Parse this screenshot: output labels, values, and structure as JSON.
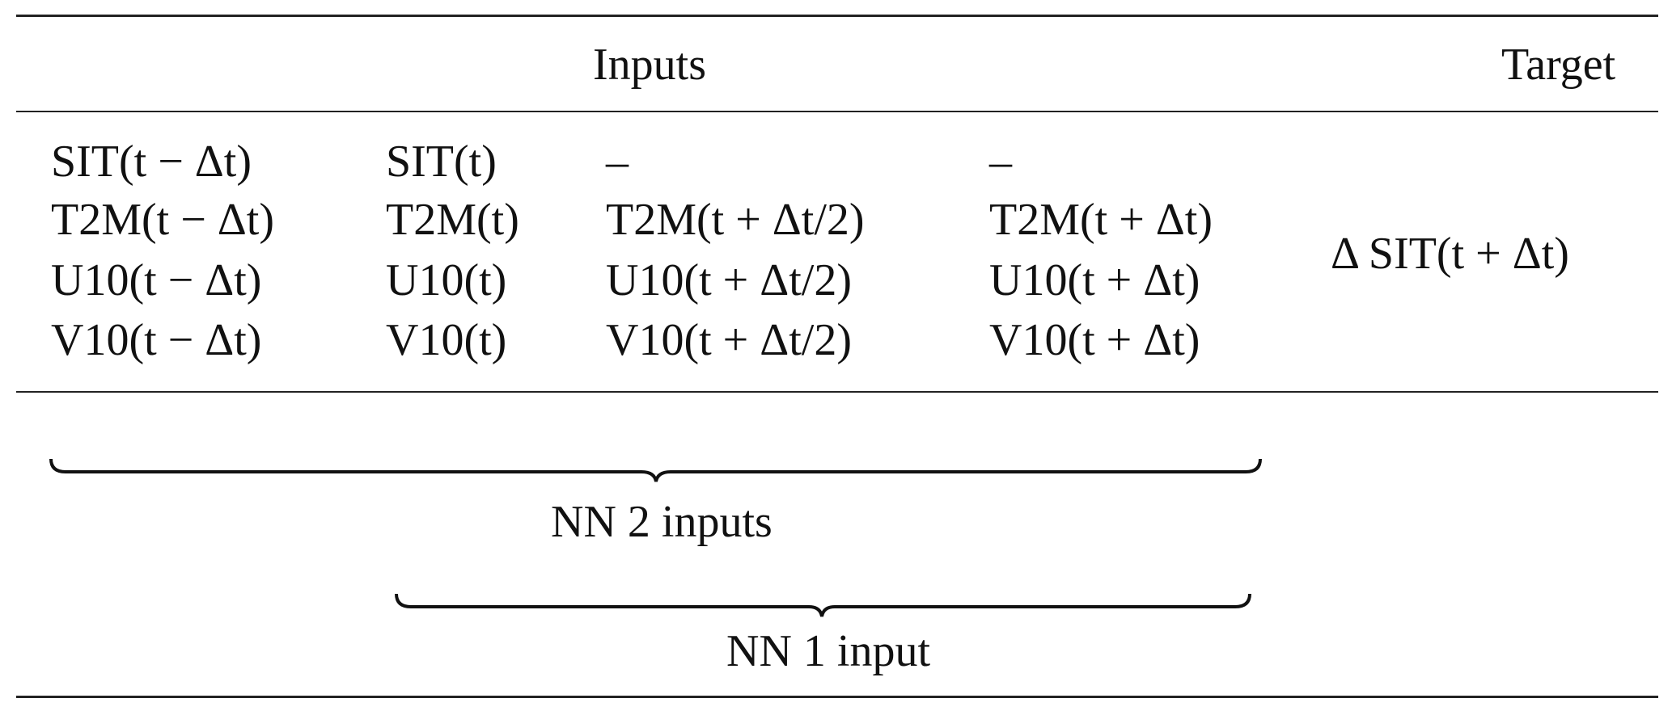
{
  "header": {
    "inputs": "Inputs",
    "target": "Target"
  },
  "columns": [
    [
      "SIT(t − Δt)",
      "T2M(t − Δt)",
      "U10(t − Δt)",
      "V10(t − Δt)"
    ],
    [
      "SIT(t)",
      "T2M(t)",
      "U10(t)",
      "V10(t)"
    ],
    [
      "–",
      "T2M(t + Δt/2)",
      "U10(t + Δt/2)",
      "V10(t + Δt/2)"
    ],
    [
      "–",
      "T2M(t + Δt)",
      "U10(t + Δt)",
      "V10(t + Δt)"
    ]
  ],
  "target_value": "Δ SIT(t + Δt)",
  "braces": {
    "nn2": "NN 2 inputs",
    "nn1": "NN 1 input"
  }
}
